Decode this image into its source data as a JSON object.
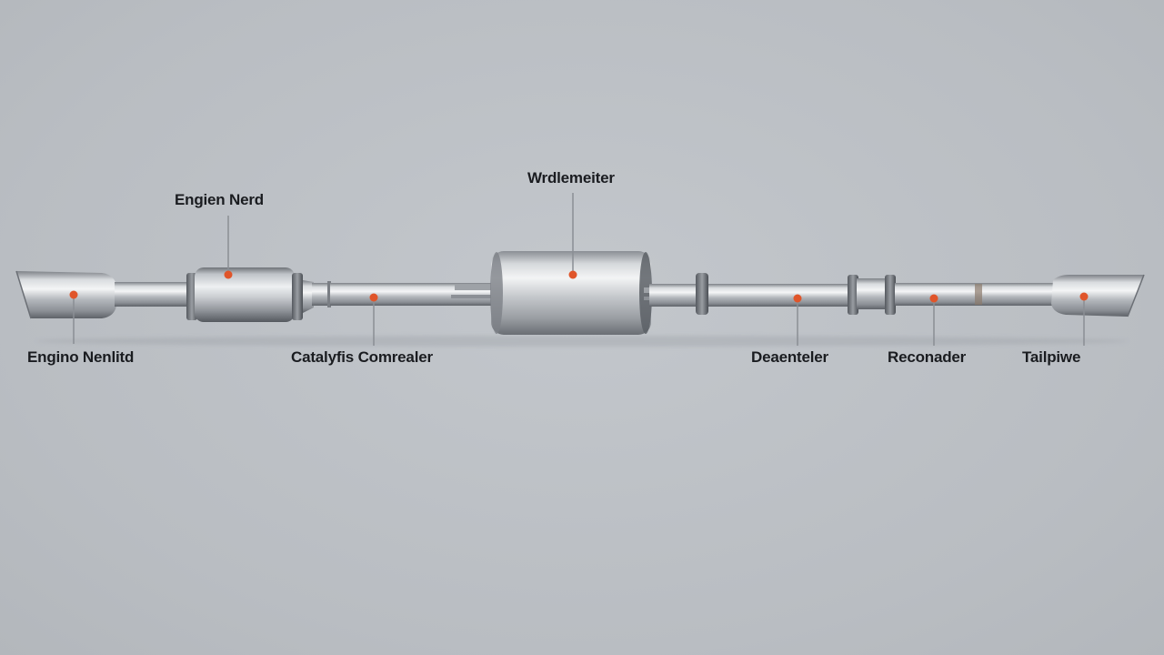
{
  "labels": {
    "engine_nerd": "Engien Nerd",
    "muffler_top": "Wrdlemeiter",
    "engine_manifold": "Engino Nenlitd",
    "catalytic_converter": "Catalyfis Comrealer",
    "decelerator": "Deaenteler",
    "resonator": "Reconader",
    "tailpipe": "Tailpiwe"
  },
  "colors": {
    "background": "#bcc0c5",
    "marker": "#e0552a",
    "leader_line": "#8a8e94",
    "label_text": "#1a1c20"
  }
}
